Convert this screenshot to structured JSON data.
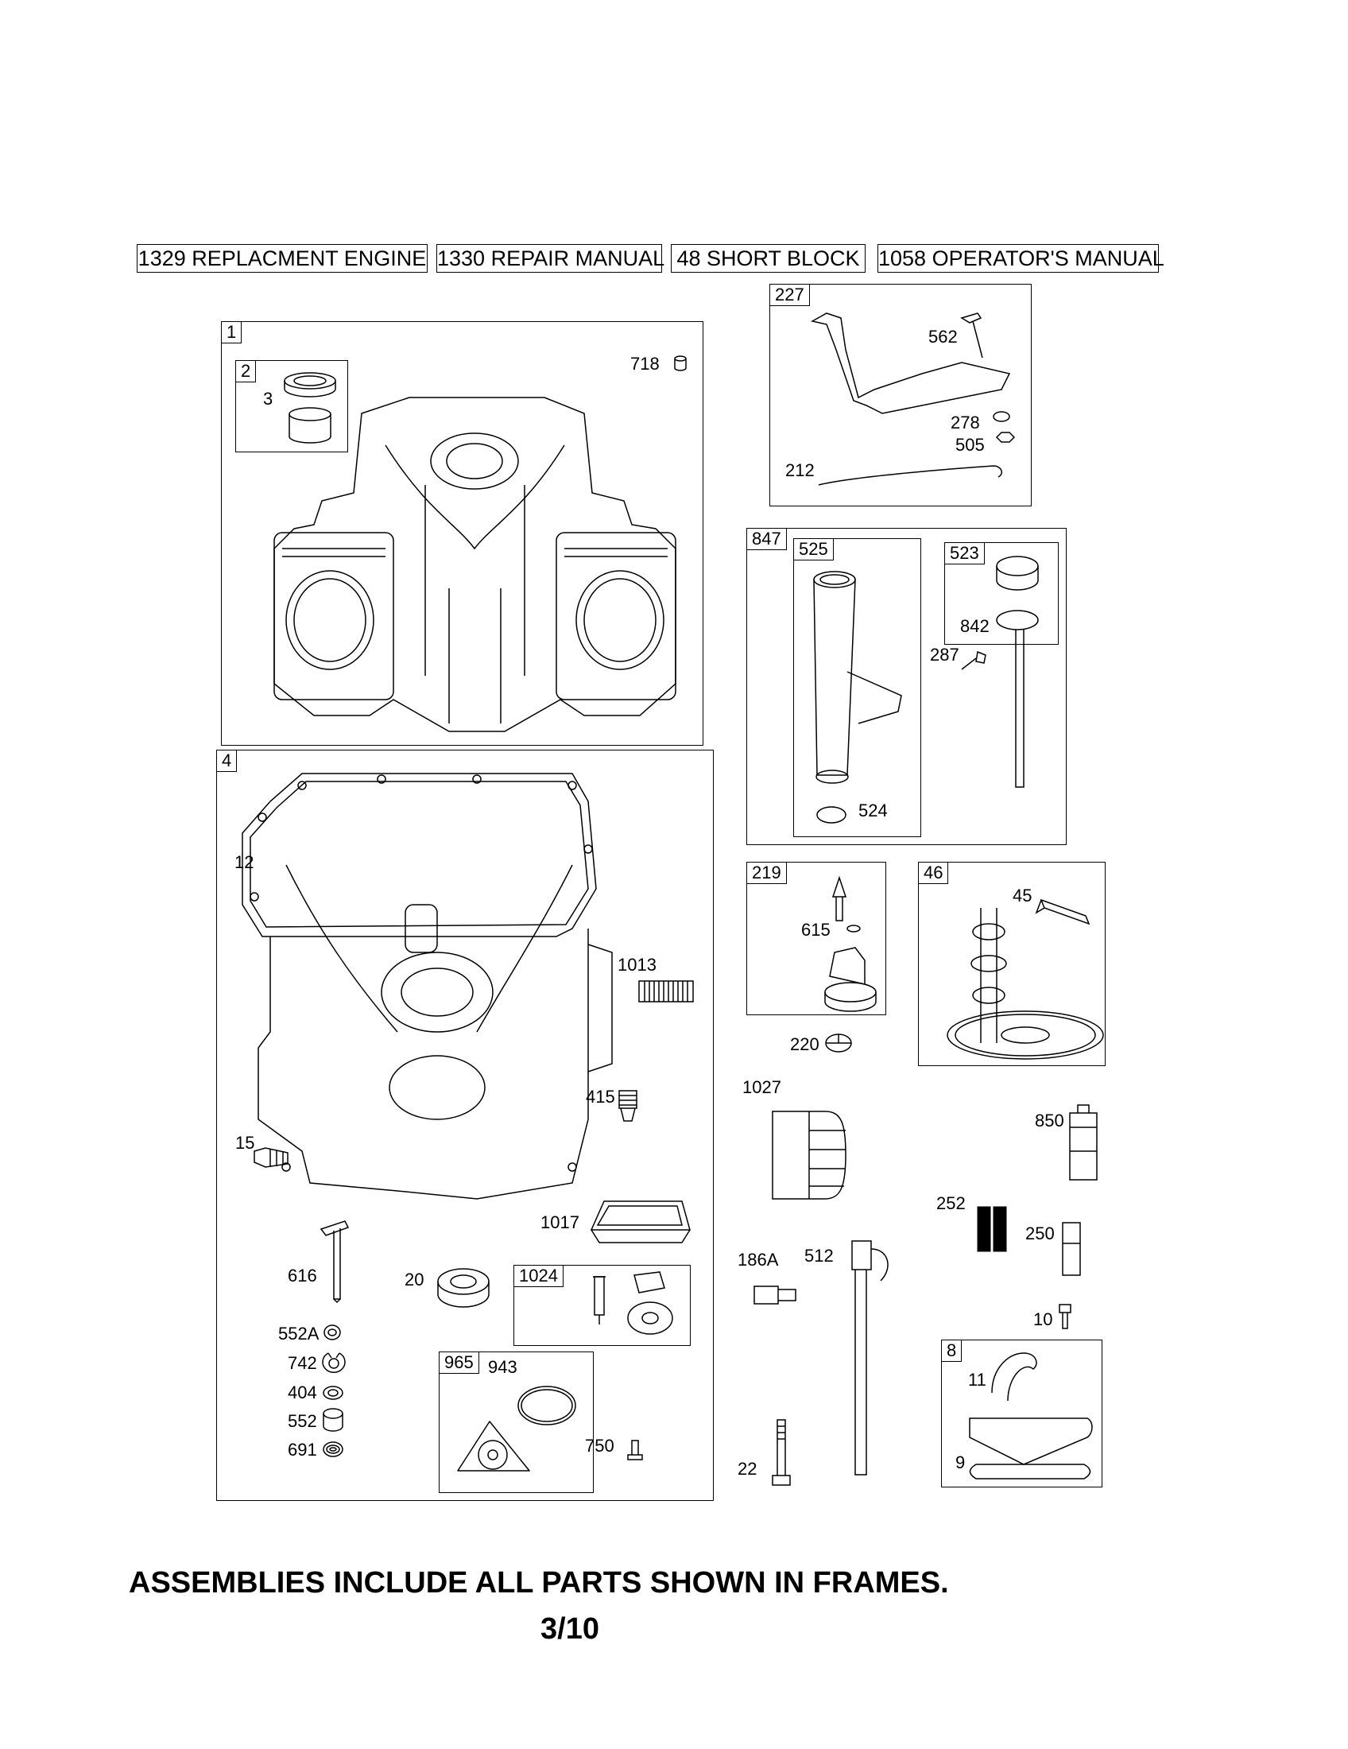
{
  "header": {
    "items": [
      "1329 REPLACMENT ENGINE",
      "1330 REPAIR MANUAL",
      "48 SHORT BLOCK",
      "1058 OPERATOR'S MANUAL"
    ]
  },
  "frames": {
    "f1": "1",
    "f2": "2",
    "f4": "4",
    "f227": "227",
    "f847": "847",
    "f525": "525",
    "f523": "523",
    "f219": "219",
    "f46": "46",
    "f1024": "1024",
    "f965": "965",
    "f8": "8"
  },
  "parts": {
    "p3": "3",
    "p718": "718",
    "p562": "562",
    "p278": "278",
    "p505": "505",
    "p212": "212",
    "p842": "842",
    "p287": "287",
    "p524": "524",
    "p615": "615",
    "p220": "220",
    "p45": "45",
    "p12": "12",
    "p1013": "1013",
    "p415": "415",
    "p15": "15",
    "p1017": "1017",
    "p616": "616",
    "p20": "20",
    "p552A": "552A",
    "p742": "742",
    "p404": "404",
    "p552": "552",
    "p691": "691",
    "p943": "943",
    "p750": "750",
    "p1027": "1027",
    "p850": "850",
    "p252": "252",
    "p250": "250",
    "p186A": "186A",
    "p512": "512",
    "p10": "10",
    "p11": "11",
    "p9": "9",
    "p22": "22"
  },
  "footer": {
    "note": "ASSEMBLIES INCLUDE ALL PARTS SHOWN IN FRAMES.",
    "page": "3/10"
  }
}
